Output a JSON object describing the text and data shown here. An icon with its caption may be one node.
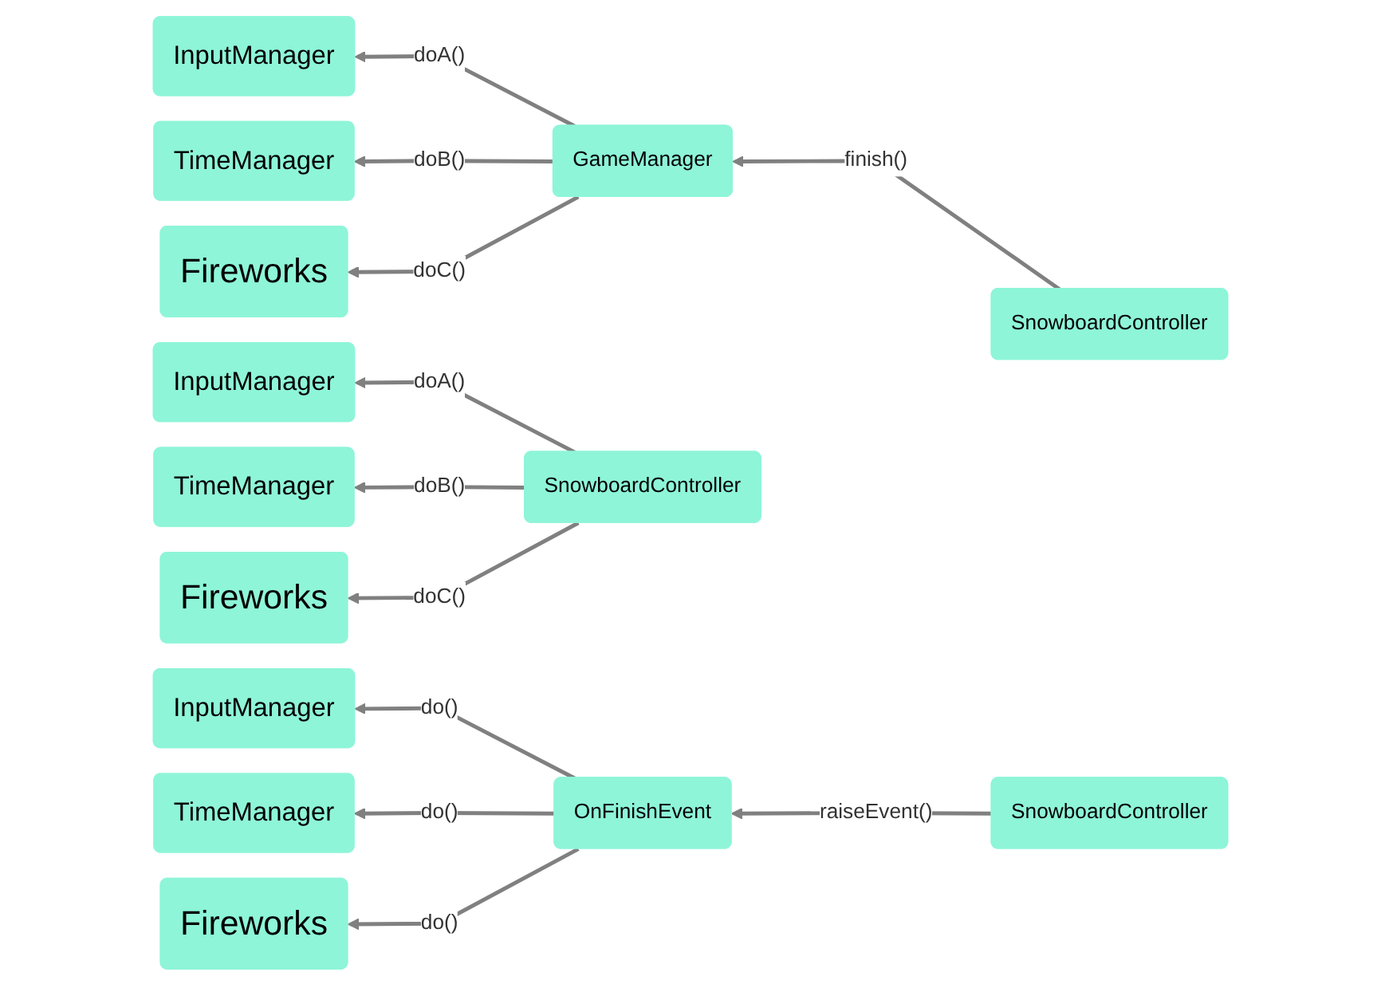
{
  "diagram": {
    "nodes": [
      {
        "text": [
          "InputManager"
        ]
      },
      {
        "text": [
          "TimeManager"
        ]
      },
      {
        "text": [
          "Fireworks"
        ]
      },
      {
        "text": [
          "SnowboardController"
        ]
      },
      {
        "text": [
          "InputManager"
        ]
      },
      {
        "text": [
          "TimeManager"
        ]
      },
      {
        "text": [
          "Fireworks"
        ]
      },
      {
        "text": [
          "GameManager"
        ]
      },
      {
        "text": [
          "SnowboardController"
        ]
      },
      {
        "text": [
          "InputManager"
        ]
      },
      {
        "text": [
          "TimeManager"
        ]
      },
      {
        "text": [
          "Fireworks"
        ]
      },
      {
        "text": [
          "OnFinishEvent"
        ]
      },
      {
        "text": [
          "SnowboardController"
        ]
      }
    ],
    "edges": [
      {
        "from": 3,
        "to": 0,
        "arrow": "to",
        "label": "doA()"
      },
      {
        "from": 3,
        "to": 1,
        "arrow": "to",
        "label": "doB()"
      },
      {
        "from": 3,
        "to": 2,
        "arrow": "to",
        "label": "doC()"
      },
      {
        "from": 7,
        "to": 4,
        "arrow": "to",
        "label": "doA()"
      },
      {
        "from": 7,
        "to": 5,
        "arrow": "to",
        "label": "doB()"
      },
      {
        "from": 7,
        "to": 6,
        "arrow": "to",
        "label": "doC()"
      },
      {
        "from": 8,
        "to": 7,
        "arrow": "to",
        "label": "finish()"
      },
      {
        "from": 12,
        "to": 9,
        "arrow": "to",
        "label": "do()"
      },
      {
        "from": 12,
        "to": 10,
        "arrow": "to",
        "label": "do()"
      },
      {
        "from": 12,
        "to": 11,
        "arrow": "to",
        "label": "do()"
      },
      {
        "from": 13,
        "to": 12,
        "arrow": "to",
        "label": "raiseEvent()"
      }
    ]
  }
}
